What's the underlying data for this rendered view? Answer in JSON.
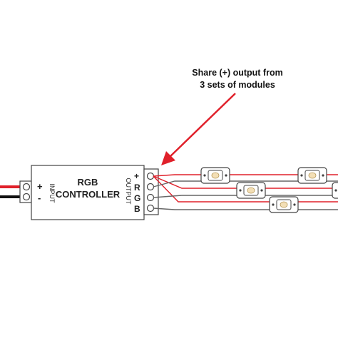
{
  "annotation": {
    "line1": "Share (+) output from",
    "line2": "3 sets of modules"
  },
  "controller": {
    "title_line1": "RGB",
    "title_line2": "CONTROLLER",
    "input_label": "INPUT",
    "output_label": "OUTPUT",
    "input_terminals": [
      "+",
      "-"
    ],
    "output_terminals": [
      "+",
      "R",
      "G",
      "B"
    ]
  },
  "colors": {
    "wire_red": "#e0202a",
    "wire_black": "#111111",
    "outline": "#444444",
    "arrow": "#e0202a",
    "led_body": "#ffffff",
    "led_center": "#f3dfb6"
  },
  "module_count": 5
}
